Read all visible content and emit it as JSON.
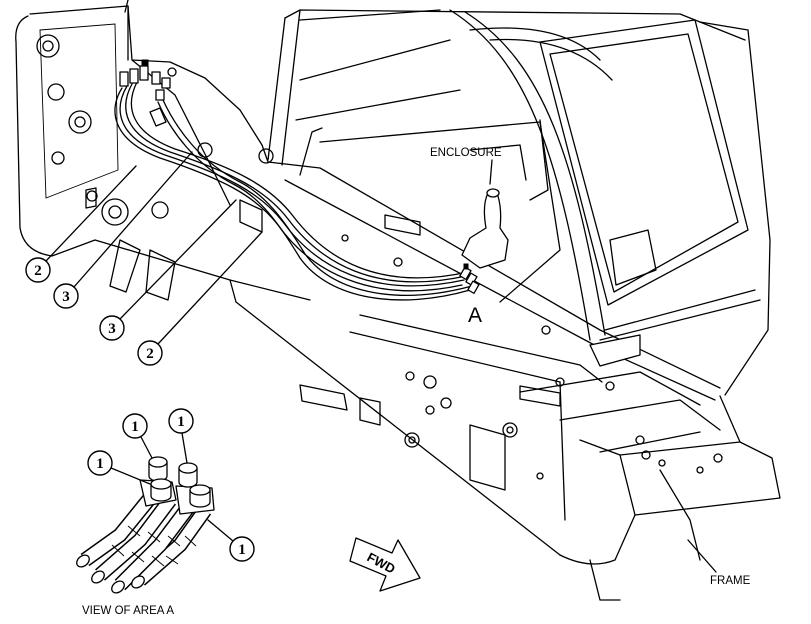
{
  "labels": {
    "enclosure": "ENCLOSURE",
    "frame": "FRAME",
    "view": "VIEW OF AREA A",
    "area_marker": "A",
    "fwd": "FWD"
  },
  "callouts": [
    "2",
    "3",
    "3",
    "2",
    "1",
    "1",
    "1",
    "1"
  ]
}
